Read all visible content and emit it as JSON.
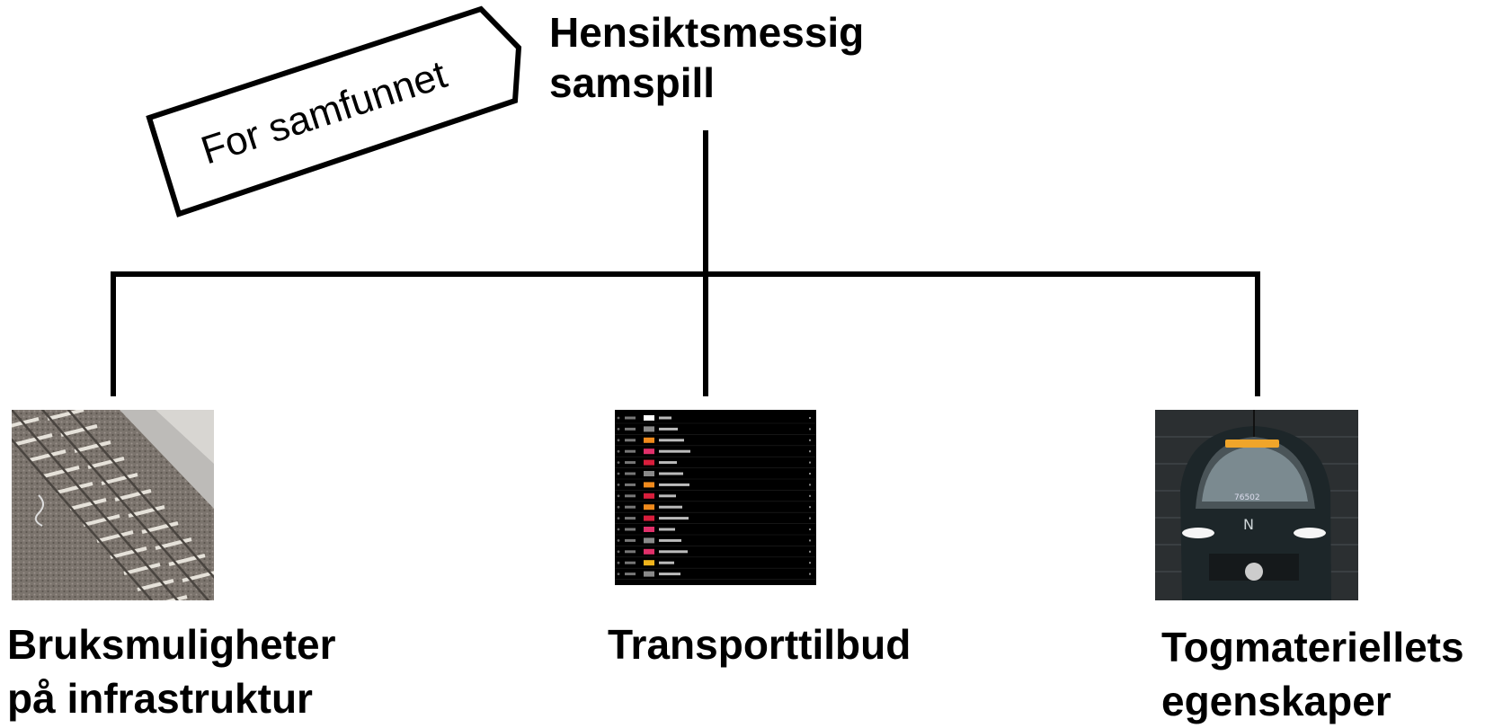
{
  "tag": {
    "text": "For samfunnet"
  },
  "root": {
    "line1": "Hensiktsmessig",
    "line2": "samspill"
  },
  "children": [
    {
      "label_line1": "Bruksmuligheter",
      "label_line2": "på infrastruktur",
      "image": "railway-tracks-photo"
    },
    {
      "label_line1": "Transporttilbud",
      "label_line2": "",
      "image": "departure-board-photo"
    },
    {
      "label_line1": "Togmateriellets",
      "label_line2": "egenskaper",
      "image": "train-front-photo"
    }
  ],
  "colors": {
    "line": "#000000",
    "board_bg": "#000000",
    "train_body": "#1f2a2e"
  }
}
